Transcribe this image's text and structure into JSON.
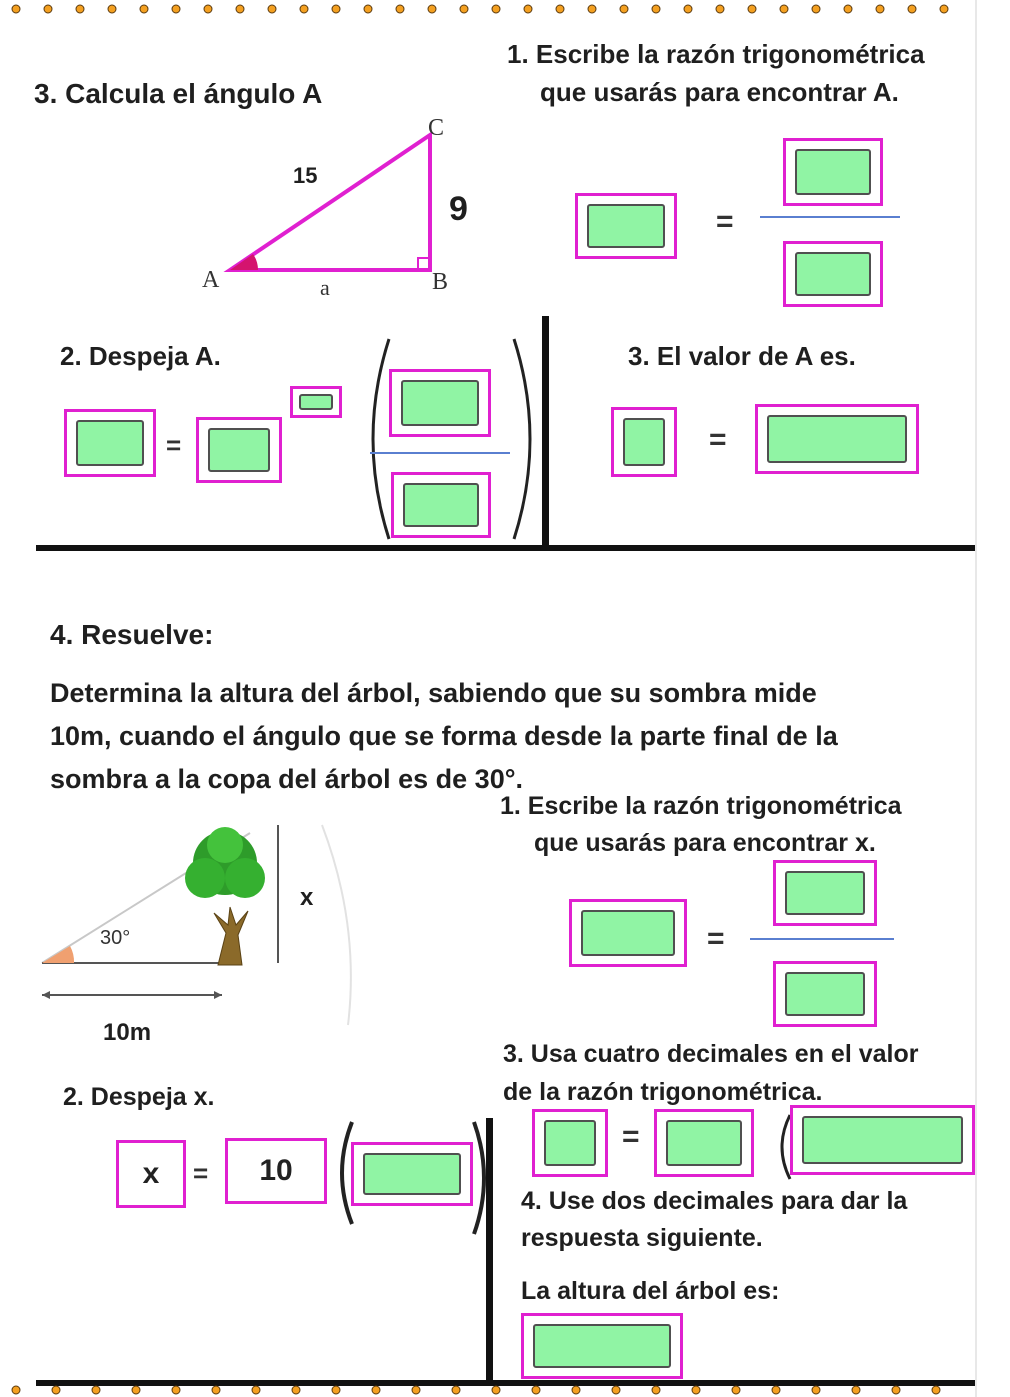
{
  "section1": {
    "heading_calc": "3. Calcula el ángulo A",
    "step1_line1": "1. Escribe la razón trigonométrica",
    "step1_line2": "que usarás para encontrar A.",
    "step2": "2. Despeja A.",
    "step3": "3. El valor de A es.",
    "triangle": {
      "vertex_c": "C",
      "vertex_a": "A",
      "vertex_b": "B",
      "hypotenuse": "15",
      "opposite": "9",
      "adjacent": "a"
    }
  },
  "section2": {
    "heading": "4. Resuelve:",
    "problem_line1": "Determina la altura del árbol, sabiendo que su sombra mide",
    "problem_line2": "10m, cuando el ángulo que se forma desde la parte final de la",
    "problem_line3": "sombra a la copa del árbol es de ",
    "problem_angle": "30°",
    "problem_end": ".",
    "figure": {
      "height_label": "x",
      "angle_label": "30°",
      "shadow_label": "10m"
    },
    "step1_line1": "1. Escribe la razón trigonométrica",
    "step1_line2": "que usarás para encontrar x.",
    "step2": "2. Despeja x.",
    "step2_var": "x",
    "step2_value": "10",
    "step3_line1": "3. Usa cuatro decimales en el valor",
    "step3_line2": "de la razón trigonométrica.",
    "step4_line1": "4. Use dos decimales para dar la",
    "step4_line2": "respuesta siguiente.",
    "answer_label": "La altura del árbol es:"
  },
  "symbols": {
    "equals": "="
  },
  "colors": {
    "box_border": "#e020d0",
    "box_fill": "#90f4a4",
    "triangle": "#e020d0",
    "fraction_bar": "#5a7fd0"
  }
}
